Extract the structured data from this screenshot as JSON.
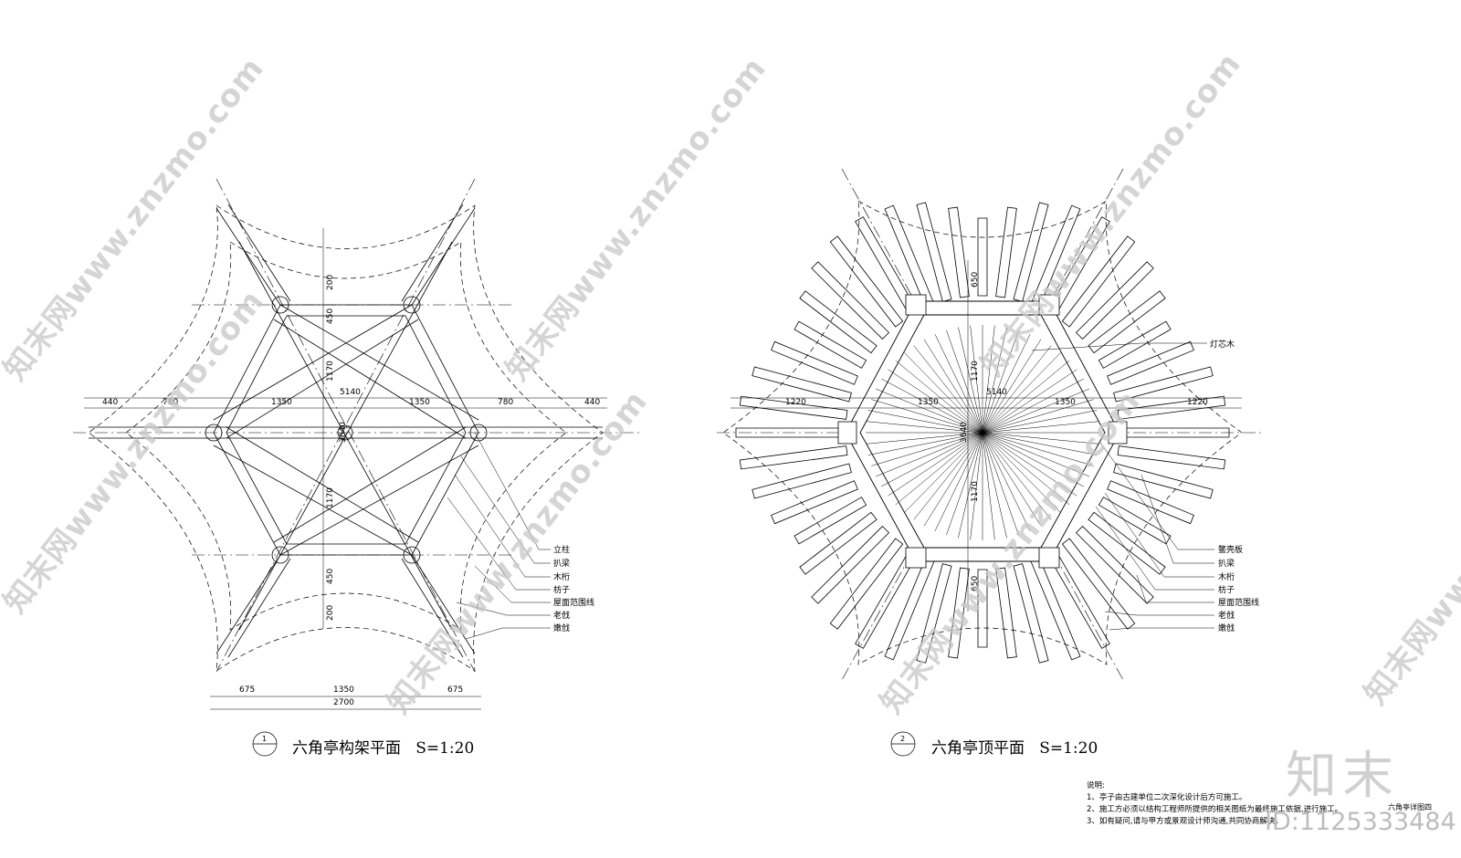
{
  "plan1": {
    "dims_top": [
      "440",
      "780",
      "1350",
      "5140",
      "1350",
      "780",
      "440"
    ],
    "dims_v": [
      "200",
      "450",
      "1170",
      "3640",
      "1170",
      "450",
      "200"
    ],
    "dims_bottom": [
      "675",
      "1350",
      "675",
      "2700"
    ],
    "labels": [
      "立柱",
      "扒梁",
      "木桁",
      "枋子",
      "屋面范围线",
      "老戗",
      "嫩戗"
    ],
    "title_num": "1",
    "title": "六角亭构架平面",
    "scale": "S=1:20"
  },
  "plan2": {
    "dims_top": [
      "1220",
      "1350",
      "5140",
      "1350",
      "1220"
    ],
    "dims_v": [
      "650",
      "1170",
      "3640",
      "1170",
      "650"
    ],
    "label_top": "灯芯木",
    "labels": [
      "鳖壳板",
      "扒梁",
      "木桁",
      "枋子",
      "屋面范围线",
      "老戗",
      "嫩戗"
    ],
    "title_num": "2",
    "title": "六角亭顶平面",
    "scale": "S=1:20"
  },
  "notes": {
    "heading": "说明:",
    "items": [
      "1、亭子由古建单位二次深化设计后方可施工。",
      "2、施工方必须以结构工程师所提供的相关图纸为最终施工依据,进行施工。",
      "3、如有疑问,请与甲方或景观设计师沟通,共同协商解决。"
    ]
  },
  "sheet_title": "六角亭详图四",
  "watermark": "知末网www.znzmo.com",
  "brand": "知末",
  "id_text": "ID:1125333484"
}
